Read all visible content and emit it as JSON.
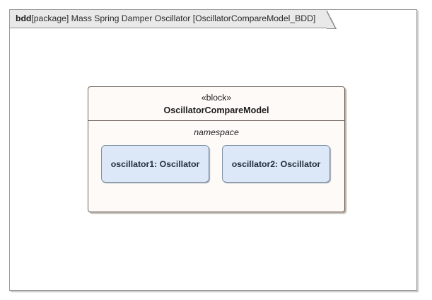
{
  "diagram": {
    "kind": "bdd",
    "header": {
      "keyword": "bdd",
      "scope": "[package]",
      "package_name": "Mass Spring Damper Oscillator",
      "diagram_name": "[OscillatorCompareModel_BDD]",
      "full_label": "bdd[package] Mass Spring Damper Oscillator [OscillatorCompareModel_BDD]"
    },
    "blocks": [
      {
        "stereotype": "«block»",
        "name": "OscillatorCompareModel",
        "compartments": [
          {
            "label": "namespace",
            "parts": [
              {
                "label": "oscillator1: Oscillator",
                "role": "oscillator1",
                "type": "Oscillator"
              },
              {
                "label": "oscillator2: Oscillator",
                "role": "oscillator2",
                "type": "Oscillator"
              }
            ]
          }
        ]
      }
    ],
    "colors": {
      "canvas": "#ffffff",
      "frame_border": "#9a9a9a",
      "header_tab_fill": "#e9e9e9",
      "header_tab_border": "#8f8f8f",
      "block_fill": "#fdfaf7",
      "block_border": "#6e6259",
      "part_fill": "#dce7f8",
      "part_border": "#7e8fa3",
      "part_text": "#26303c",
      "text": "#1f1f1f"
    }
  }
}
